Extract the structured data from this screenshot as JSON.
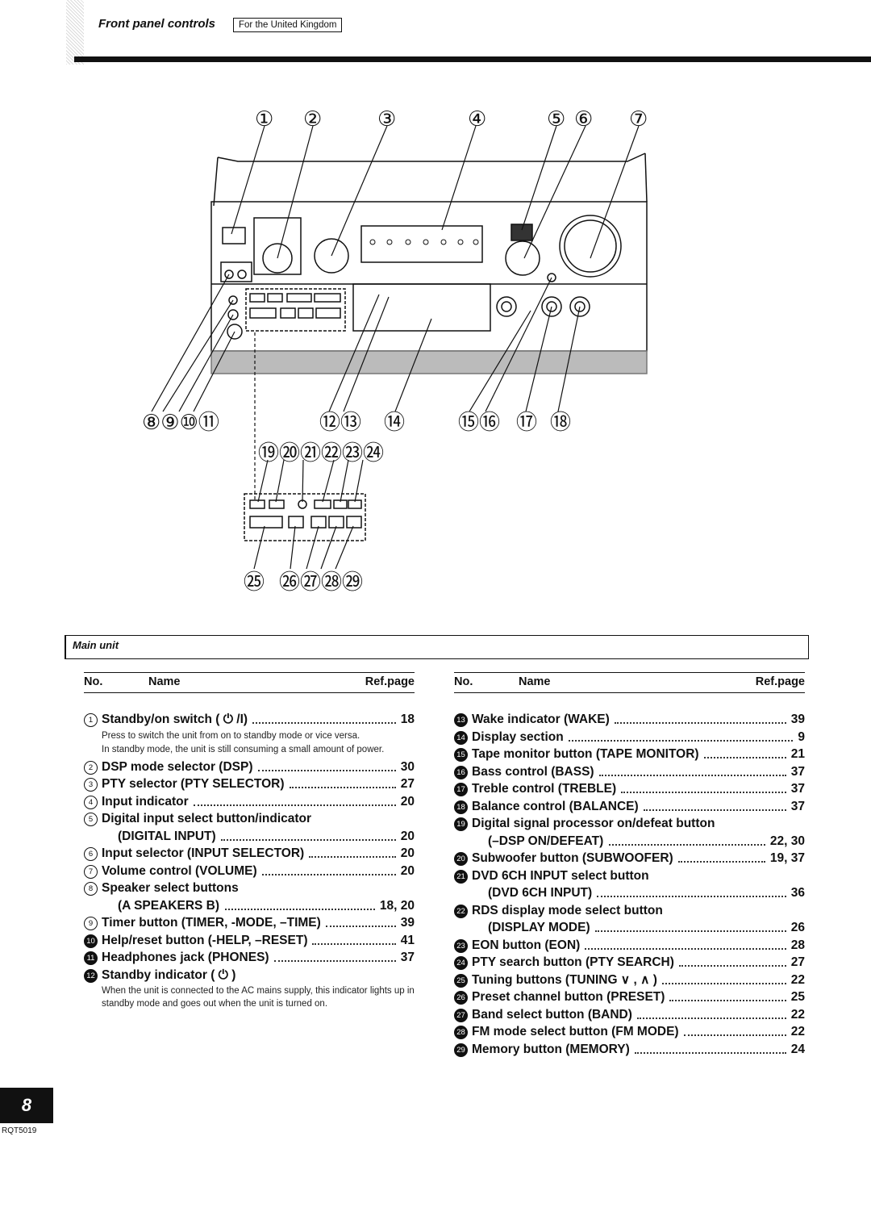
{
  "header": {
    "title": "Front panel controls",
    "region": "For the United Kingdom"
  },
  "diagram": {
    "callouts_top": [
      "①",
      "②",
      "③",
      "④",
      "⑤",
      "⑥",
      "⑦"
    ],
    "callouts_mid_left": "⑧⑨⑩⑪",
    "callouts_mid_center": "⑫⑬",
    "callouts_mid_14": "⑭",
    "callouts_mid_right": "⑮⑯",
    "callout_17": "⑰",
    "callout_18": "⑱",
    "callouts_panel_top": "⑲⑳㉑㉒㉓㉔",
    "callouts_panel_bottom_a": "㉕",
    "callouts_panel_bottom_b": "㉖㉗㉘㉙"
  },
  "section": {
    "label": "Main unit"
  },
  "table_headers": {
    "no": "No.",
    "name": "Name",
    "ref": "Ref.page"
  },
  "left_items": [
    {
      "num": "1",
      "name": "Standby/on switch ( ⏻ /I)",
      "ref": "18"
    },
    {
      "num": "2",
      "name": "DSP mode selector (DSP)",
      "ref": "30"
    },
    {
      "num": "3",
      "name": "PTY selector (PTY SELECTOR)",
      "ref": "27"
    },
    {
      "num": "4",
      "name": "Input indicator",
      "ref": "20"
    },
    {
      "num": "5",
      "name": "Digital input select button/indicator"
    },
    {
      "name": "(DIGITAL INPUT)",
      "ref": "20"
    },
    {
      "num": "6",
      "name": "Input selector (INPUT SELECTOR)",
      "ref": "20"
    },
    {
      "num": "7",
      "name": "Volume control (VOLUME)",
      "ref": "20"
    },
    {
      "num": "8",
      "name": "Speaker select buttons"
    },
    {
      "name": "(A SPEAKERS B)",
      "ref": "18, 20"
    },
    {
      "num": "9",
      "name": "Timer button (TIMER, -MODE, –TIME)",
      "ref": "39"
    },
    {
      "num": "10",
      "name": "Help/reset button (-HELP, –RESET)",
      "ref": "41"
    },
    {
      "num": "11",
      "name": "Headphones jack (PHONES)",
      "ref": "37"
    },
    {
      "num": "12",
      "name": "Standby indicator ( ⏻ )"
    }
  ],
  "left_notes": {
    "standby_switch_1": "Press to switch the unit from on to standby mode or vice versa.",
    "standby_switch_2": "In standby mode, the unit is still consuming a small amount of power.",
    "standby_indicator": "When the unit is connected to the AC mains supply, this indicator lights up in standby mode and goes out when the unit is turned on."
  },
  "right_items": [
    {
      "num": "13",
      "name": "Wake indicator (WAKE)",
      "ref": "39"
    },
    {
      "num": "14",
      "name": "Display section",
      "ref": "9"
    },
    {
      "num": "15",
      "name": "Tape monitor button (TAPE MONITOR)",
      "ref": "21"
    },
    {
      "num": "16",
      "name": "Bass control (BASS)",
      "ref": "37"
    },
    {
      "num": "17",
      "name": "Treble control (TREBLE)",
      "ref": "37"
    },
    {
      "num": "18",
      "name": "Balance control (BALANCE)",
      "ref": "37"
    },
    {
      "num": "19",
      "name": "Digital signal processor on/defeat button"
    },
    {
      "name": "(–DSP ON/DEFEAT)",
      "ref": "22, 30"
    },
    {
      "num": "20",
      "name": "Subwoofer button (SUBWOOFER)",
      "ref": "19, 37"
    },
    {
      "num": "21",
      "name": "DVD 6CH INPUT select button"
    },
    {
      "name": "(DVD 6CH INPUT)",
      "ref": "36"
    },
    {
      "num": "22",
      "name": "RDS display mode select button"
    },
    {
      "name": "(DISPLAY MODE)",
      "ref": "26"
    },
    {
      "num": "23",
      "name": "EON button (EON)",
      "ref": "28"
    },
    {
      "num": "24",
      "name": "PTY search button (PTY SEARCH)",
      "ref": "27"
    },
    {
      "num": "25",
      "name": "Tuning buttons (TUNING ∨ , ∧ )",
      "ref": "22"
    },
    {
      "num": "26",
      "name": "Preset channel button (PRESET)",
      "ref": "25"
    },
    {
      "num": "27",
      "name": "Band select button (BAND)",
      "ref": "22"
    },
    {
      "num": "28",
      "name": "FM mode select button (FM MODE)",
      "ref": "22"
    },
    {
      "num": "29",
      "name": "Memory button (MEMORY)",
      "ref": "24"
    }
  ],
  "footer": {
    "page_number": "8",
    "doc_code": "RQT5019"
  }
}
